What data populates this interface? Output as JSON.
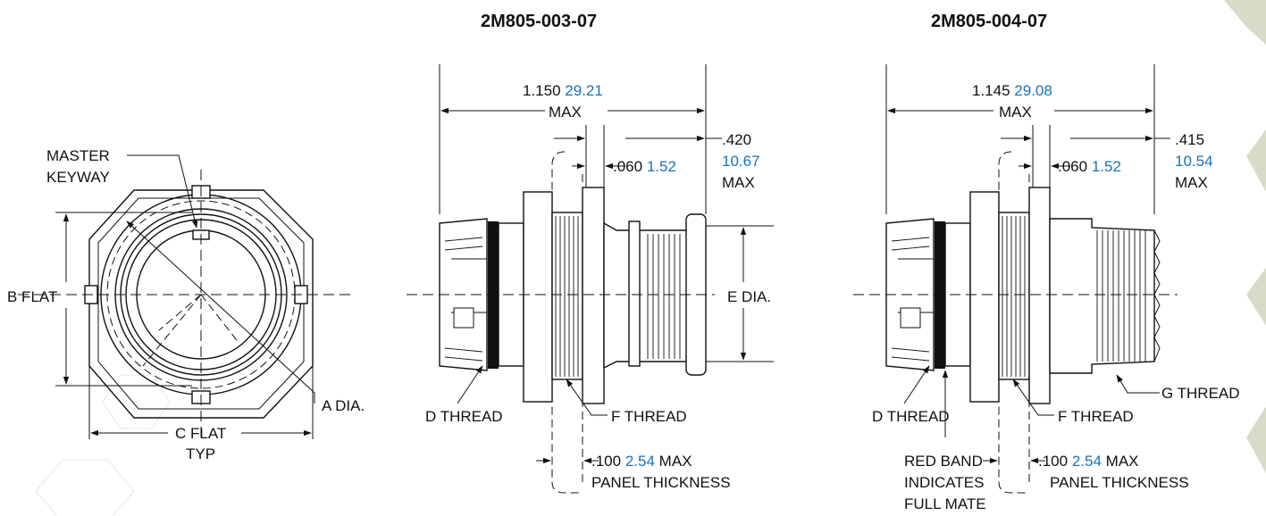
{
  "colors": {
    "metric": "#1a73b8",
    "ink": "#111111",
    "hex_decor": "#d7dcc9"
  },
  "front_view": {
    "master_keyway": "MASTER",
    "master_keyway_2": "KEYWAY",
    "b_flat": "B FLAT",
    "a_dia": "A DIA.",
    "c_flat": "C FLAT",
    "c_flat_typ": "TYP"
  },
  "left_view": {
    "title": "2M805-003-07",
    "length_in": "1.150",
    "length_mm": "29.21",
    "length_max": "MAX",
    "flange_in": ".420",
    "flange_mm": "10.67",
    "flange_max": "MAX",
    "gap_in": ".060",
    "gap_mm": "1.52",
    "e_dia": "E DIA.",
    "d_thread": "D THREAD",
    "f_thread": "F THREAD",
    "panel_in": ".100",
    "panel_mm": "2.54",
    "panel_max": "MAX",
    "panel_label": "PANEL THICKNESS"
  },
  "right_view": {
    "title": "2M805-004-07",
    "length_in": "1.145",
    "length_mm": "29.08",
    "length_max": "MAX",
    "flange_in": ".415",
    "flange_mm": "10.54",
    "flange_max": "MAX",
    "gap_in": ".060",
    "gap_mm": "1.52",
    "d_thread": "D THREAD",
    "f_thread": "F THREAD",
    "g_thread": "G THREAD",
    "red_band_1": "RED BAND",
    "red_band_2": "INDICATES",
    "red_band_3": "FULL MATE",
    "panel_in": ".100",
    "panel_mm": "2.54",
    "panel_max": "MAX",
    "panel_label": "PANEL THICKNESS"
  }
}
